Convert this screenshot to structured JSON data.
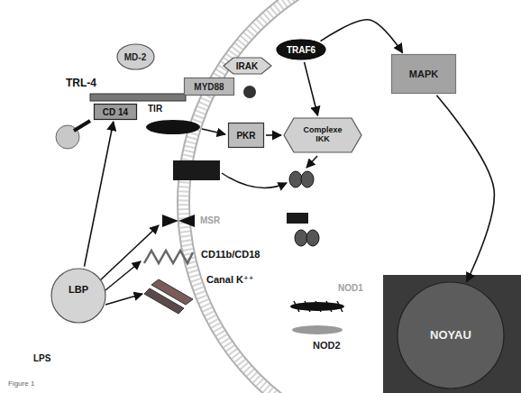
{
  "diagram": {
    "caption": "Figure 1",
    "nodes": [
      {
        "text": [
          "MD-2"
        ]
      },
      {
        "text": [
          "MYD88"
        ]
      },
      {
        "text": [
          "IRAK"
        ]
      },
      {
        "text": [
          "TRAF6"
        ]
      },
      {
        "text": [
          "MAPK"
        ]
      },
      {
        "text": [
          "CD 14"
        ]
      },
      {
        "text": [
          "PKR"
        ]
      },
      {
        "text": [
          "Complexe IKK"
        ]
      },
      {
        "text": [
          "LBP"
        ]
      },
      {
        "text": [
          "NOYAU"
        ]
      }
    ],
    "edges": [
      {
        "from": 8,
        "to": 5,
        "arrow": "to"
      },
      {
        "from": 3,
        "to": 4,
        "arrow": "to"
      },
      {
        "from": 3,
        "to": 7,
        "arrow": "to"
      },
      {
        "from": 6,
        "to": 7,
        "arrow": "to"
      },
      {
        "from": 4,
        "to": 9,
        "arrow": "to"
      }
    ],
    "labels": [
      "TRL-4",
      "TIR",
      "MSR",
      "CD11b/CD18",
      "Canal K⁺⁺",
      "NOD1",
      "NOD2",
      "LPS"
    ]
  }
}
